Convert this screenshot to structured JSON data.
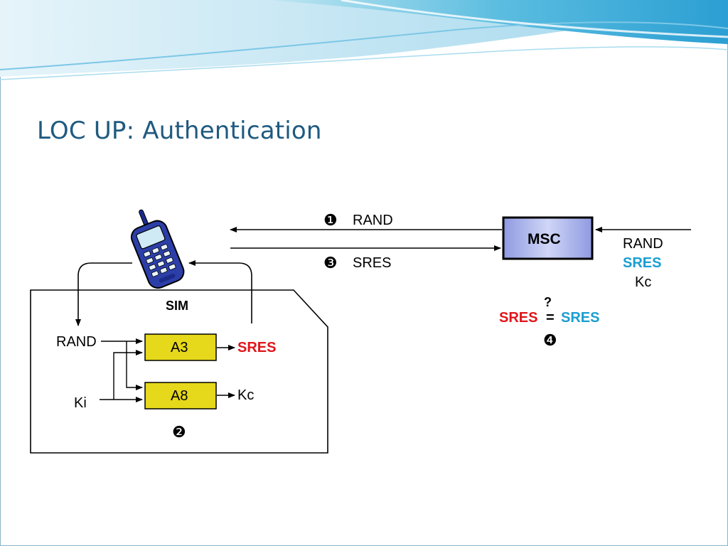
{
  "slide": {
    "title": "LOC UP: Authentication"
  },
  "diagram": {
    "step1": {
      "number": "❶",
      "label": "RAND"
    },
    "step3": {
      "number": "❸",
      "label": "SRES"
    },
    "step2": {
      "number": "❷"
    },
    "step4": {
      "number": "❹"
    },
    "msc": {
      "label": "MSC"
    },
    "msc_inputs": [
      "RAND",
      "SRES",
      "Kc"
    ],
    "comparison": {
      "left": "SRES",
      "operator": "=",
      "query": "?",
      "right": "SRES"
    },
    "sim": {
      "label": "SIM",
      "input_rand": "RAND",
      "input_ki": "Ki",
      "a3": "A3",
      "a8": "A8",
      "out_sres": "SRES",
      "out_kc": "Kc"
    }
  },
  "colors": {
    "title": "#1f5a80",
    "msc_fill": "#a8b4ec",
    "algo_fill": "#e6d81a",
    "sres_red": "#e0151b",
    "sres_blue": "#1a9ed1"
  },
  "icons": [
    "mobile-phone-icon"
  ]
}
